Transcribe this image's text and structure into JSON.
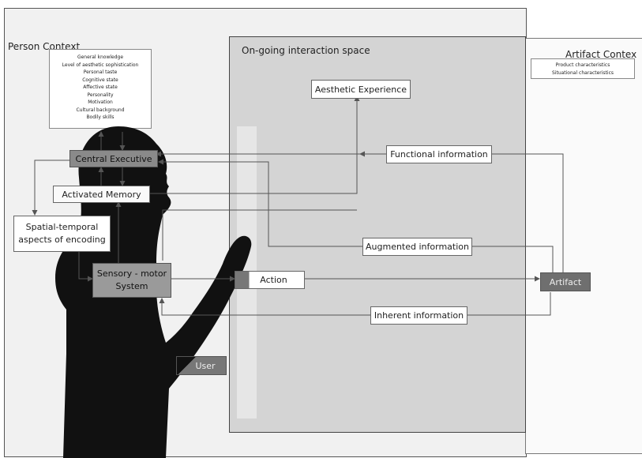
{
  "titles": {
    "person_context": "Person Context",
    "artifact_context": "Artifact Contex",
    "interaction_space": "On-going interaction space"
  },
  "person_factors": [
    "General knowledge",
    "Level of aesthetic sophistication",
    "Personal taste",
    "Cognitive state",
    "Affective state",
    "Personality",
    "Motivation",
    "Cultural background",
    "Bodily skills"
  ],
  "artifact_factors": [
    "Product characteristics",
    "Situational characteristics"
  ],
  "nodes": {
    "aesthetic_experience": "Aesthetic Experience",
    "central_executive": "Central Executive",
    "activated_memory": "Activated Memory",
    "spatial_temporal_line1": "Spatial-temporal",
    "spatial_temporal_line2": "aspects of encoding",
    "sensory_motor_line1": "Sensory - motor",
    "sensory_motor_line2": "System",
    "action": "Action",
    "artifact": "Artifact",
    "user": "User",
    "functional_information": "Functional information",
    "augmented_information": "Augmented information",
    "inherent_information": "Inherent information"
  },
  "colors": {
    "person_bg": "#f1f1f1",
    "interaction_bg": "#d4d4d4",
    "silhouette": "#111111",
    "dark_box": "#6f6f6f",
    "line": "#555555"
  }
}
